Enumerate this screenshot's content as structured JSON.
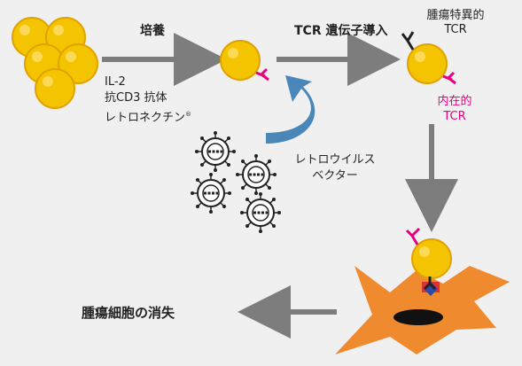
{
  "labels": {
    "culture": "培養",
    "tcr_transduction": "TCR 遺伝子導入",
    "tumor_specific_tcr_line1": "腫瘍特異的",
    "tumor_specific_tcr_line2": "TCR",
    "reagent_il2": "IL-2",
    "reagent_anti_cd3": "抗CD3 抗体",
    "reagent_retronectin": "レトロネクチン",
    "registered_mark": "®",
    "endogenous_tcr_line1": "内在的",
    "endogenous_tcr_line2": "TCR",
    "retrovirus_vector_line1": "レトロウイルス",
    "retrovirus_vector_line2": "ベクター",
    "tumor_elimination": "腫瘍細胞の消失"
  },
  "colors": {
    "background": "#f0f0f0",
    "cell_fill": "#f5c400",
    "cell_edge": "#e0a200",
    "arrow_gray": "#7d7d7d",
    "curved_arrow": "#4a87b8",
    "endogenous_tcr": "#e6007e",
    "tumor_cell": "#f08a2e",
    "tumor_nucleus": "#111111",
    "mhc_red": "#e23030",
    "antigen_blue": "#2e4aa8",
    "tcr_dark": "#222222"
  }
}
